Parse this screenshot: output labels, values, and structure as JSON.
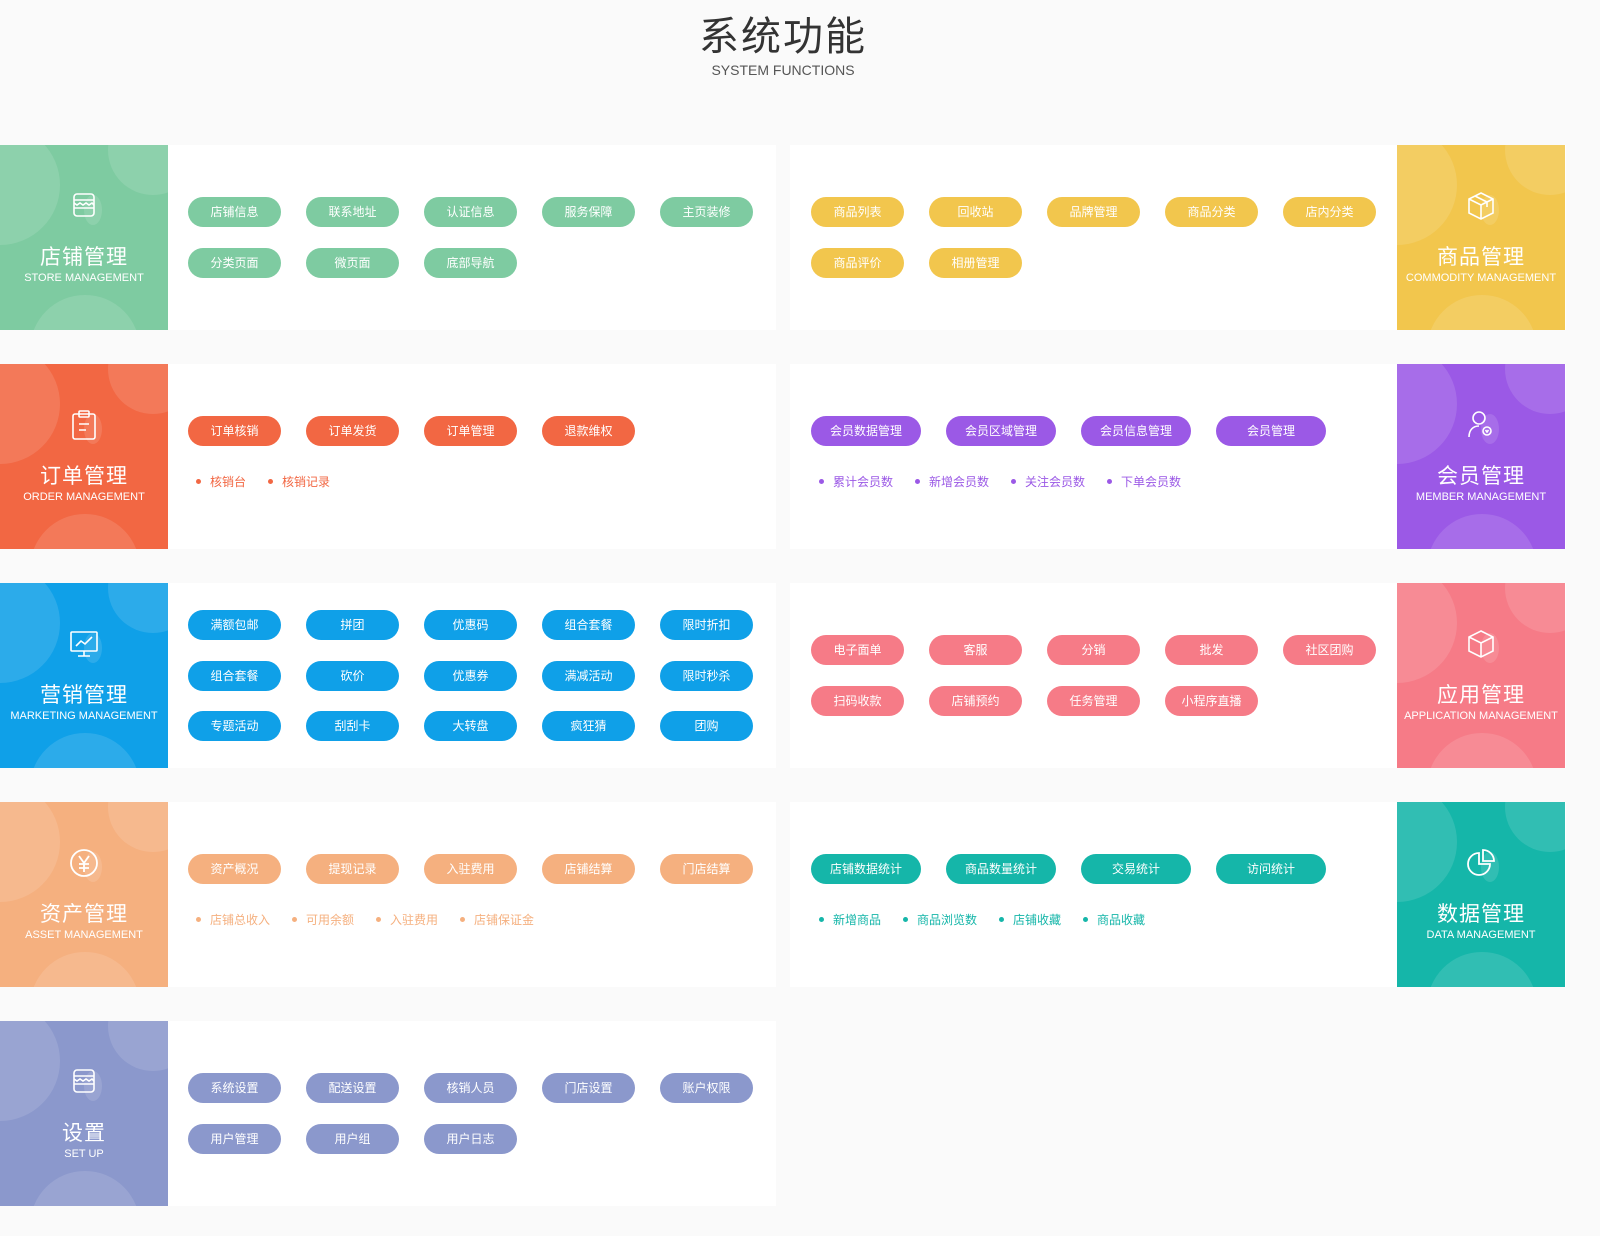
{
  "header": {
    "title": "系统功能",
    "subtitle": "SYSTEM FUNCTIONS"
  },
  "sections": [
    {
      "side": "left",
      "row": 0,
      "cn": "店铺管理",
      "en": "STORE MANAGEMENT",
      "icon": "store-icon",
      "color": "#7ecba1",
      "btnw": 93,
      "btnstep": 118,
      "buttons": [
        [
          "店铺信息",
          "联系地址",
          "认证信息",
          "服务保障",
          "主页装修"
        ],
        [
          "分类页面",
          "微页面",
          "底部导航"
        ]
      ],
      "bullets": []
    },
    {
      "side": "right",
      "row": 0,
      "cn": "商品管理",
      "en": "COMMODITY MANAGEMENT",
      "icon": "box-icon",
      "color": "#f2c64d",
      "btnw": 93,
      "btnstep": 118,
      "buttons": [
        [
          "商品列表",
          "回收站",
          "品牌管理",
          "商品分类",
          "店内分类"
        ],
        [
          "商品评价",
          "相册管理"
        ]
      ],
      "bullets": []
    },
    {
      "side": "left",
      "row": 1,
      "cn": "订单管理",
      "en": "ORDER MANAGEMENT",
      "icon": "clipboard-icon",
      "color": "#f26743",
      "btnw": 93,
      "btnstep": 118,
      "buttons": [
        [
          "订单核销",
          "订单发货",
          "订单管理",
          "退款维权"
        ]
      ],
      "bullets": [
        "核销台",
        "核销记录"
      ]
    },
    {
      "side": "right",
      "row": 1,
      "cn": "会员管理",
      "en": "MEMBER MANAGEMENT",
      "icon": "member-icon",
      "color": "#9b59e6",
      "btnw": 110,
      "btnstep": 135,
      "buttons": [
        [
          "会员数据管理",
          "会员区域管理",
          "会员信息管理",
          "会员管理"
        ]
      ],
      "bullets": [
        "累计会员数",
        "新增会员数",
        "关注会员数",
        "下单会员数"
      ]
    },
    {
      "side": "left",
      "row": 2,
      "cn": "营销管理",
      "en": "MARKETING MANAGEMENT",
      "icon": "chart-monitor-icon",
      "color": "#0fa0e8",
      "btnw": 93,
      "btnstep": 118,
      "buttons": [
        [
          "满额包邮",
          "拼团",
          "优惠码",
          "组合套餐",
          "限时折扣"
        ],
        [
          "组合套餐",
          "砍价",
          "优惠券",
          "满减活动",
          "限时秒杀"
        ],
        [
          "专题活动",
          "刮刮卡",
          "大转盘",
          "疯狂猜",
          "团购"
        ]
      ],
      "bullets": []
    },
    {
      "side": "right",
      "row": 2,
      "cn": "应用管理",
      "en": "APPLICATION MANAGEMENT",
      "icon": "cube-icon",
      "color": "#f67b87",
      "btnw": 93,
      "btnstep": 118,
      "buttons": [
        [
          "电子面单",
          "客服",
          "分销",
          "批发",
          "社区团购"
        ],
        [
          "扫码收款",
          "店铺预约",
          "任务管理",
          "小程序直播"
        ]
      ],
      "bullets": []
    },
    {
      "side": "left",
      "row": 3,
      "cn": "资产管理",
      "en": "ASSET MANAGEMENT",
      "icon": "yen-icon",
      "color": "#f5b07f",
      "btnw": 93,
      "btnstep": 118,
      "buttons": [
        [
          "资产概况",
          "提现记录",
          "入驻费用",
          "店铺结算",
          "门店结算"
        ]
      ],
      "bullets": [
        "店铺总收入",
        "可用余额",
        "入驻费用",
        "店铺保证金"
      ]
    },
    {
      "side": "right",
      "row": 3,
      "cn": "数据管理",
      "en": "DATA MANAGEMENT",
      "icon": "pie-chart-icon",
      "color": "#15b6a9",
      "btnw": 110,
      "btnstep": 135,
      "buttons": [
        [
          "店铺数据统计",
          "商品数量统计",
          "交易统计",
          "访问统计"
        ]
      ],
      "bullets": [
        "新增商品",
        "商品浏览数",
        "店铺收藏",
        "商品收藏"
      ]
    },
    {
      "side": "left",
      "row": 4,
      "cn": "设置",
      "en": "SET UP",
      "icon": "settings-store-icon",
      "color": "#8b98cc",
      "btnw": 93,
      "btnstep": 118,
      "buttons": [
        [
          "系统设置",
          "配送设置",
          "核销人员",
          "门店设置",
          "账户权限"
        ],
        [
          "用户管理",
          "用户组",
          "用户日志"
        ]
      ],
      "bullets": []
    }
  ]
}
